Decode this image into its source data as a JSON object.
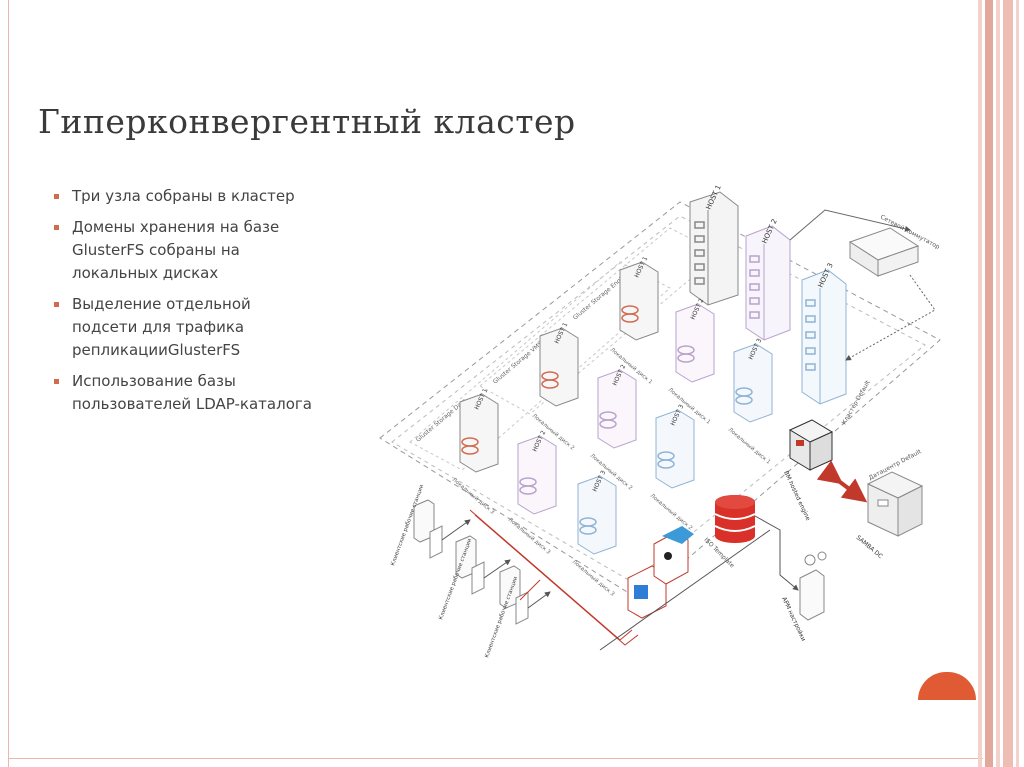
{
  "title": "Гиперконвергентный кластер",
  "bullets": [
    "Три узла собраны в кластер",
    "Домены хранения на базе GlusterFS собраны на локальных дисках",
    "Выделение отдельной подсети для трафика репликацииGlusterFS",
    "Использование базы пользователей LDAP-каталога"
  ],
  "diagram": {
    "hosts_top": [
      "HOST 1",
      "HOST 2",
      "HOST 3"
    ],
    "switch_label": "Сетевой коммутатор",
    "cluster_label": "Кластер Default",
    "datacenter_label": "Датацентр Default",
    "storage_domains": [
      "Gluster Storage Data",
      "Gluster Storage VMStore",
      "Gluster Storage Engine"
    ],
    "disk_hosts": [
      "HOST 1",
      "HOST 2",
      "HOST 3"
    ],
    "disk_labels": [
      "Локальный диск 1",
      "Локальный диск 2",
      "Локальный диск 3"
    ],
    "vm_label": "ВМ hosted engine",
    "iso_label": "ISO Template",
    "samba_label": "SAMBA DC",
    "workstation_label": "Клиентские рабочие станции",
    "admin_label": "АРМ настройки"
  },
  "colors": {
    "accent": "#d26a4e",
    "stripe_light": "#f3d2cc",
    "stripe_dark": "#e2a89c",
    "button": "#e05a33",
    "db_red": "#d9302a",
    "arrow": "#c0392b",
    "host_gray": "#9a9a9a",
    "host_purple": "#b9a2cc",
    "host_blue": "#8fb3d4"
  }
}
